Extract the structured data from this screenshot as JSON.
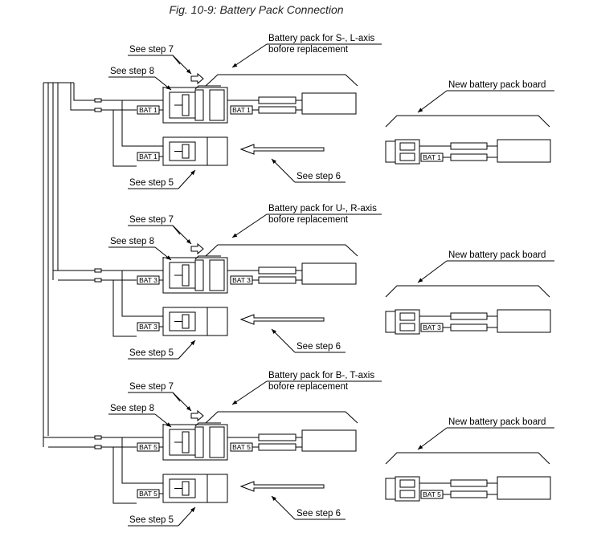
{
  "figure": {
    "title": "Fig. 10-9: Battery Pack Connection"
  },
  "labels": {
    "see_step_5": "See step 5",
    "see_step_6": "See step 6",
    "see_step_7": "See step 7",
    "see_step_8": "See step 8",
    "new_board": "New battery pack board",
    "before_replacement": "bofore replacement"
  },
  "sections": [
    {
      "pack_title": "Battery pack for S-, L-axis",
      "bat": "BAT 1"
    },
    {
      "pack_title": "Battery pack for U-, R-axis",
      "bat": "BAT 3"
    },
    {
      "pack_title": "Battery pack for B-, T-axis",
      "bat": "BAT 5"
    }
  ],
  "colors": {
    "line": "#000000",
    "background": "#ffffff"
  }
}
